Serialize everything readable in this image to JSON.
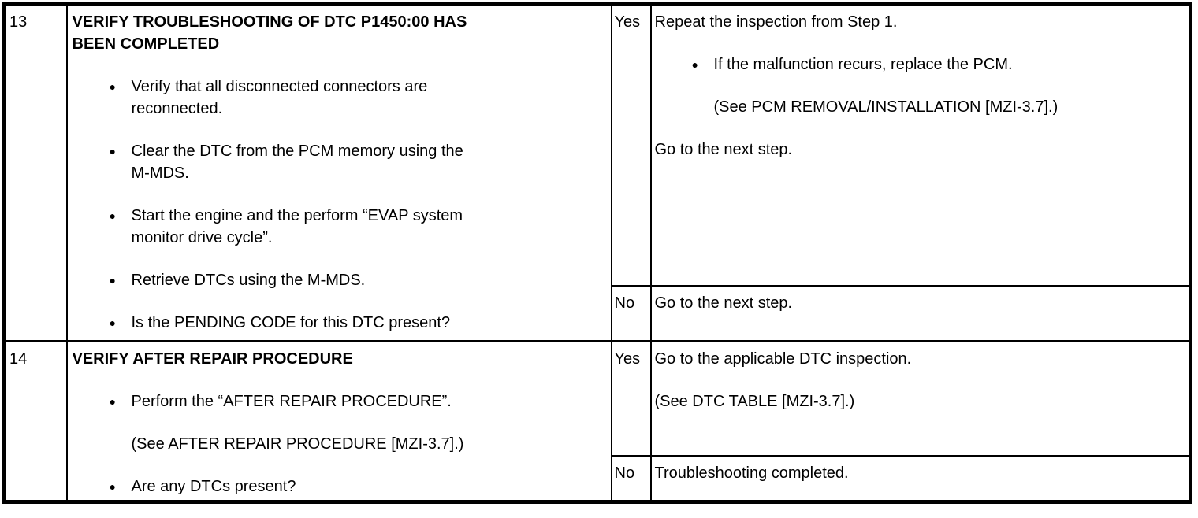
{
  "colors": {
    "background": "#ffffff",
    "text": "#000000",
    "border": "#000000"
  },
  "icons": {
    "bullet": "●"
  },
  "steps": [
    {
      "number": "13",
      "inspection": {
        "title": "VERIFY TROUBLESHOOTING OF DTC P1450:00 HAS\nBEEN COMPLETED",
        "bullets": [
          "Verify that all disconnected connectors are\nreconnected.",
          "Clear the DTC from the PCM memory using the\nM-MDS.",
          "Start the engine and the perform “EVAP system\nmonitor drive cycle”.",
          "Retrieve DTCs using the M-MDS.",
          "Is the PENDING CODE for this DTC present?"
        ]
      },
      "yes_label": "Yes",
      "yes": {
        "line1": "Repeat the inspection from Step 1.",
        "bullet1": "If the malfunction recurs, replace the PCM.",
        "note1": "(See PCM REMOVAL/INSTALLATION [MZI-3.7].)",
        "line2": "Go to the next step."
      },
      "no_label": "No",
      "no": {
        "line1": "Go to the next step."
      }
    },
    {
      "number": "14",
      "inspection": {
        "title": "VERIFY AFTER REPAIR PROCEDURE",
        "bullet1": "Perform the “AFTER REPAIR PROCEDURE”.",
        "note1": "(See AFTER REPAIR PROCEDURE [MZI-3.7].)",
        "bullet2": "Are any DTCs present?"
      },
      "yes_label": "Yes",
      "yes": {
        "line1": "Go to the applicable DTC inspection.",
        "line2": "(See DTC TABLE [MZI-3.7].)"
      },
      "no_label": "No",
      "no": {
        "line1": "Troubleshooting completed."
      }
    }
  ]
}
